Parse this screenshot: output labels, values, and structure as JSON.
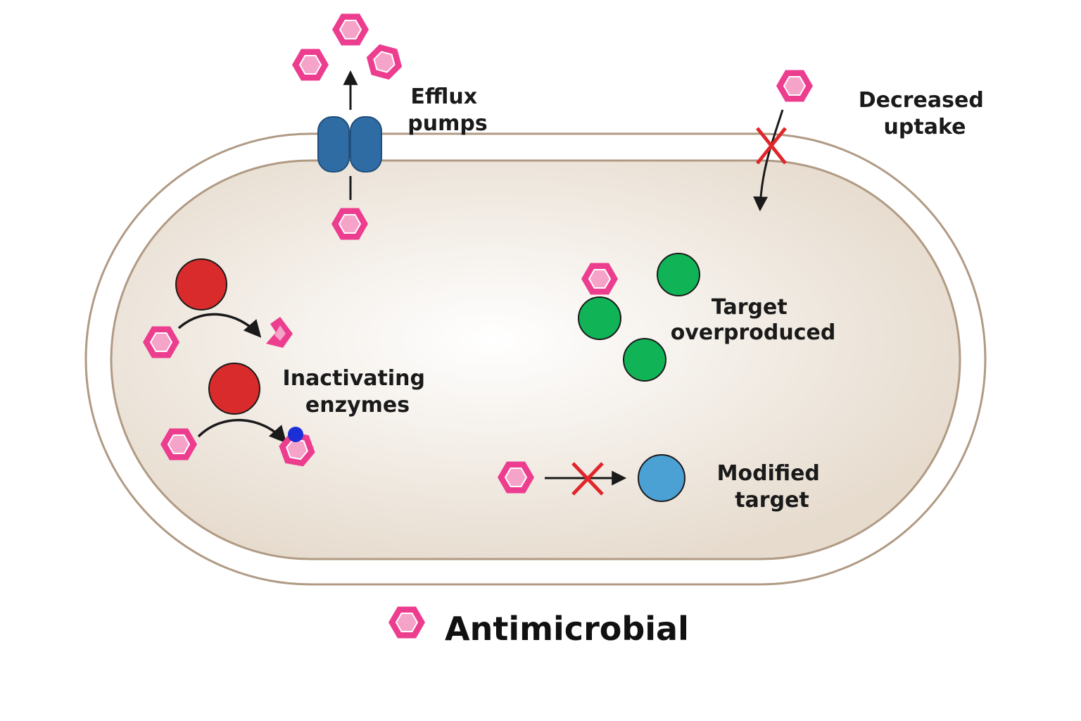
{
  "labels": {
    "efflux": [
      "Efflux",
      "pumps"
    ],
    "uptake": [
      "Decreased",
      "uptake"
    ],
    "target_over": [
      "Target",
      "overproduced"
    ],
    "inactivating": [
      "Inactivating",
      "enzymes"
    ],
    "modified": [
      "Modified",
      "target"
    ]
  },
  "legend": {
    "label": "Antimicrobial"
  },
  "colors": {
    "drug_outer": "#ec3d8f",
    "drug_inner": "#f6a3c9",
    "cell_wall": "#b09a84",
    "cytoplasm_center": "#ffffff",
    "cytoplasm_edge": "#e6dbcd",
    "pump": "#2f6ca3",
    "enzyme": "#d92b2b",
    "target_green": "#10b456",
    "modified_target": "#4ba0d4",
    "block_x": "#e0262b",
    "modifier_dot": "#1a2fd6"
  }
}
